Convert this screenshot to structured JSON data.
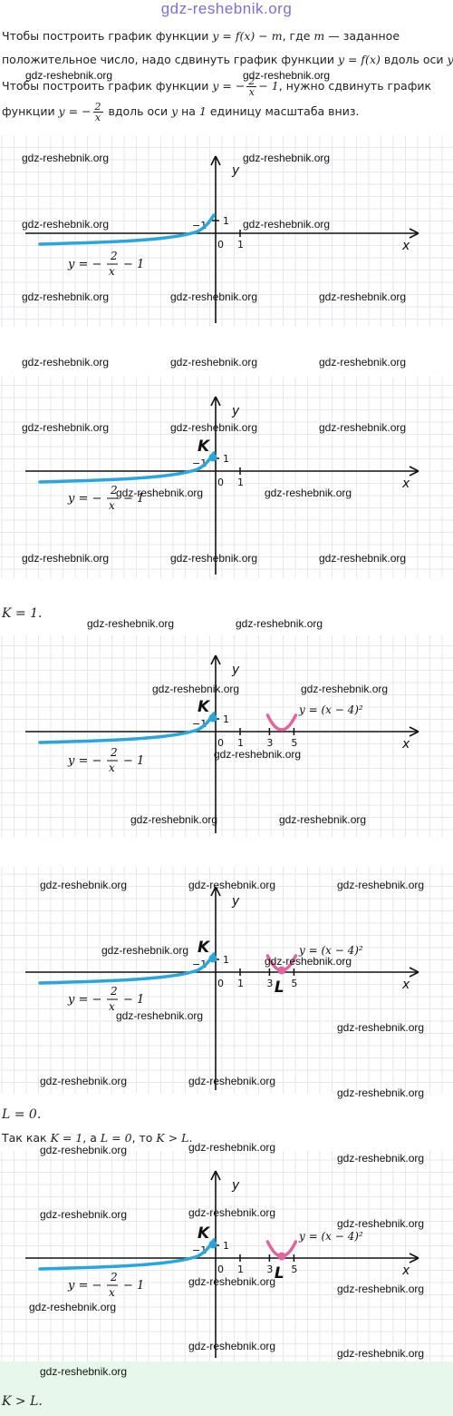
{
  "header": {
    "site": "gdz-reshebnik.org"
  },
  "text": {
    "p1_a": "Чтобы построить график функции ",
    "p1_formula": "y = f(x) − m",
    "p1_b": ", где ",
    "p1_m": "m",
    "p1_c": " — заданное",
    "p2_a": "положительное число, надо сдвинуть график функции ",
    "p2_formula": "y = f(x)",
    "p2_b": " вдоль оси ",
    "p2_axis": "y",
    "p3_a": "Чтобы построить график функции ",
    "p3_formula_left": "y = −",
    "p3_frac_num": "2",
    "p3_frac_den": "x",
    "p3_formula_right": "− 1",
    "p3_b": ", нужно сдвинуть график",
    "p4_a": "функции ",
    "p4_formula_left": "y = −",
    "p4_frac_num": "2",
    "p4_frac_den": "x",
    "p4_b": " вдоль оси ",
    "p4_axis": "y",
    "p4_c": " на ",
    "p4_one": "1",
    "p4_d": " единицу масштаба вниз.",
    "k_value": "K = 1.",
    "l_value": "L = 0.",
    "compare_a": "Так как ",
    "compare_k": "K = 1",
    "compare_b": ", а ",
    "compare_l": "L = 0",
    "compare_c": ", то ",
    "compare_res": "K > L",
    "compare_d": ".",
    "final": "K > L."
  },
  "graph_labels": {
    "x_axis": "x",
    "y_axis": "y",
    "origin": "0",
    "one": "1",
    "minus_one": "−1",
    "three": "3",
    "five": "5",
    "point_k": "K",
    "point_l": "L",
    "hyperbola_label": "y = −2/x − 1",
    "parabola_label": "y = (x − 4)²"
  },
  "colors": {
    "hyperbola": "#2aa6dc",
    "parabola": "#e0649e",
    "watermark_header": "#7c6fd6",
    "answer_bg": "#e8f7ec"
  },
  "watermark": "gdz-reshebnik.org"
}
